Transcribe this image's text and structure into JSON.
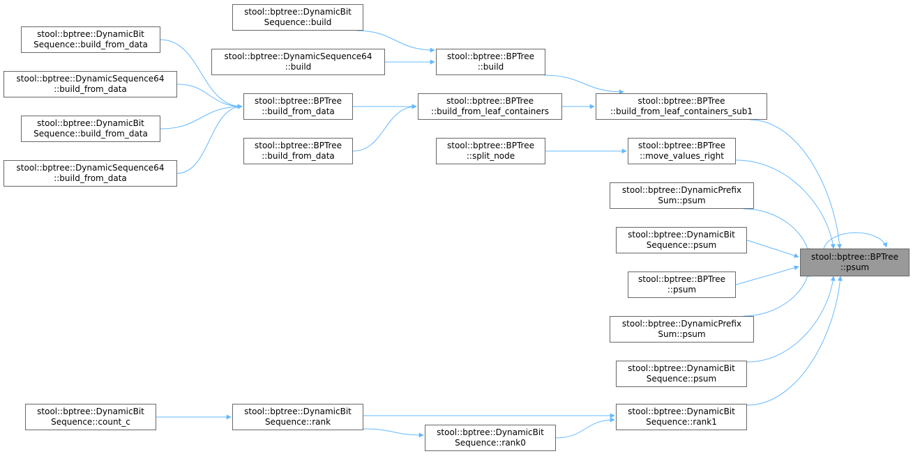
{
  "colors": {
    "edge": "#63b8ff",
    "node_border": "#666666",
    "focus_fill": "#999999"
  },
  "nodes": [
    {
      "id": "n_dbs_build",
      "line1": "stool::bptree::DynamicBit",
      "line2": "Sequence::build"
    },
    {
      "id": "n_ds64_build",
      "line1": "stool::bptree::DynamicSequence64",
      "line2": "::build"
    },
    {
      "id": "n_bptree_build",
      "line1": "stool::bptree::BPTree",
      "line2": "::build"
    },
    {
      "id": "n_dbs_bfd1",
      "line1": "stool::bptree::DynamicBit",
      "line2": "Sequence::build_from_data"
    },
    {
      "id": "n_ds64_bfd1",
      "line1": "stool::bptree::DynamicSequence64",
      "line2": "::build_from_data"
    },
    {
      "id": "n_dbs_bfd2",
      "line1": "stool::bptree::DynamicBit",
      "line2": "Sequence::build_from_data"
    },
    {
      "id": "n_ds64_bfd2",
      "line1": "stool::bptree::DynamicSequence64",
      "line2": "::build_from_data"
    },
    {
      "id": "n_bptree_bfd1",
      "line1": "stool::bptree::BPTree",
      "line2": "::build_from_data"
    },
    {
      "id": "n_bptree_bfd2",
      "line1": "stool::bptree::BPTree",
      "line2": "::build_from_data"
    },
    {
      "id": "n_bptree_bflc",
      "line1": "stool::bptree::BPTree",
      "line2": "::build_from_leaf_containers"
    },
    {
      "id": "n_bptree_bflc_sub1",
      "line1": "stool::bptree::BPTree",
      "line2": "::build_from_leaf_containers_sub1"
    },
    {
      "id": "n_bptree_split",
      "line1": "stool::bptree::BPTree",
      "line2": "::split_node"
    },
    {
      "id": "n_bptree_mvr",
      "line1": "stool::bptree::BPTree",
      "line2": "::move_values_right"
    },
    {
      "id": "n_dps_psum1",
      "line1": "stool::bptree::DynamicPrefix",
      "line2": "Sum::psum"
    },
    {
      "id": "n_dbs_psum1",
      "line1": "stool::bptree::DynamicBit",
      "line2": "Sequence::psum"
    },
    {
      "id": "n_bptree_psum_caller",
      "line1": "stool::bptree::BPTree",
      "line2": "::psum"
    },
    {
      "id": "n_dps_psum2",
      "line1": "stool::bptree::DynamicPrefix",
      "line2": "Sum::psum"
    },
    {
      "id": "n_dbs_psum2",
      "line1": "stool::bptree::DynamicBit",
      "line2": "Sequence::psum"
    },
    {
      "id": "n_dbs_count_c",
      "line1": "stool::bptree::DynamicBit",
      "line2": "Sequence::count_c"
    },
    {
      "id": "n_dbs_rank",
      "line1": "stool::bptree::DynamicBit",
      "line2": "Sequence::rank"
    },
    {
      "id": "n_dbs_rank0",
      "line1": "stool::bptree::DynamicBit",
      "line2": "Sequence::rank0"
    },
    {
      "id": "n_dbs_rank1",
      "line1": "stool::bptree::DynamicBit",
      "line2": "Sequence::rank1"
    },
    {
      "id": "n_focus",
      "line1": "stool::bptree::BPTree",
      "line2": "::psum"
    }
  ],
  "edges": [
    {
      "from": "n_dbs_build",
      "to": "n_bptree_build"
    },
    {
      "from": "n_ds64_build",
      "to": "n_bptree_build"
    },
    {
      "from": "n_bptree_build",
      "to": "n_bptree_bflc_sub1"
    },
    {
      "from": "n_dbs_bfd1",
      "to": "n_bptree_bfd1"
    },
    {
      "from": "n_ds64_bfd1",
      "to": "n_bptree_bfd1"
    },
    {
      "from": "n_dbs_bfd2",
      "to": "n_bptree_bfd1"
    },
    {
      "from": "n_ds64_bfd2",
      "to": "n_bptree_bfd1"
    },
    {
      "from": "n_bptree_bfd1",
      "to": "n_bptree_bflc"
    },
    {
      "from": "n_bptree_bfd2",
      "to": "n_bptree_bflc"
    },
    {
      "from": "n_bptree_bflc",
      "to": "n_bptree_bflc_sub1"
    },
    {
      "from": "n_bptree_bflc_sub1",
      "to": "n_focus"
    },
    {
      "from": "n_bptree_split",
      "to": "n_bptree_mvr"
    },
    {
      "from": "n_bptree_mvr",
      "to": "n_focus"
    },
    {
      "from": "n_dps_psum1",
      "to": "n_focus"
    },
    {
      "from": "n_dbs_psum1",
      "to": "n_focus"
    },
    {
      "from": "n_bptree_psum_caller",
      "to": "n_focus"
    },
    {
      "from": "n_dps_psum2",
      "to": "n_focus"
    },
    {
      "from": "n_dbs_psum2",
      "to": "n_focus"
    },
    {
      "from": "n_dbs_count_c",
      "to": "n_dbs_rank"
    },
    {
      "from": "n_dbs_rank",
      "to": "n_dbs_rank1"
    },
    {
      "from": "n_dbs_rank",
      "to": "n_dbs_rank0"
    },
    {
      "from": "n_dbs_rank0",
      "to": "n_dbs_rank1"
    },
    {
      "from": "n_dbs_rank1",
      "to": "n_focus"
    },
    {
      "from": "n_focus",
      "to": "n_focus"
    }
  ]
}
